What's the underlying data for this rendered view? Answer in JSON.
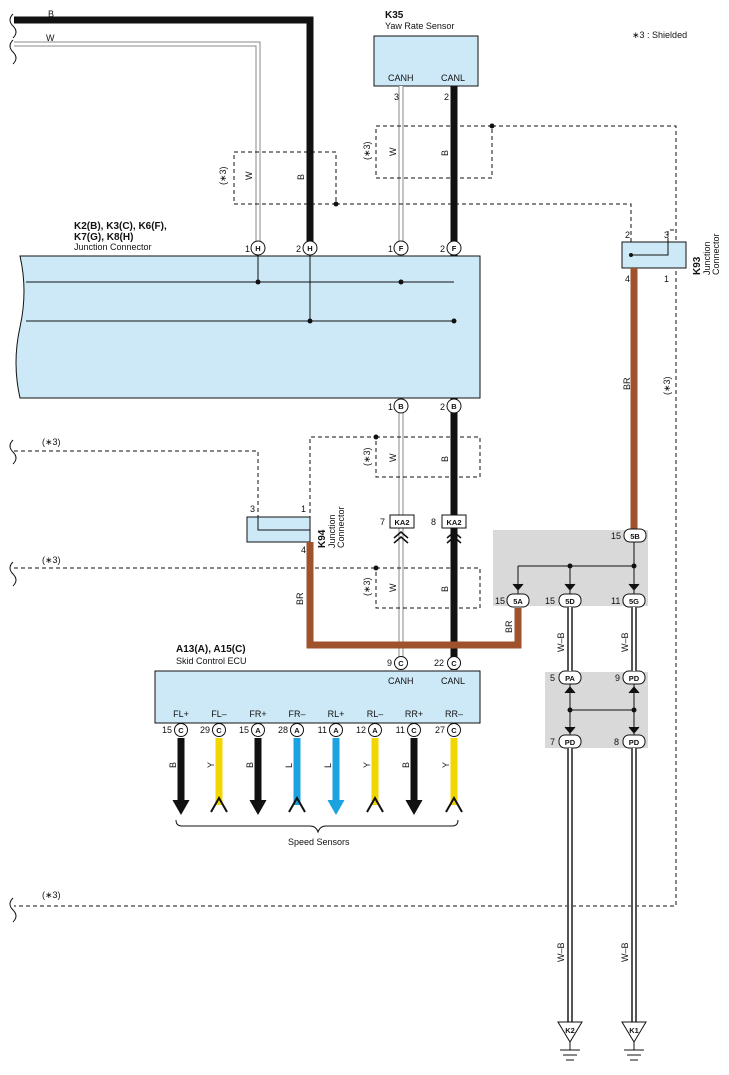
{
  "legend": {
    "shielded": "∗3 : Shielded"
  },
  "shield_mark": "(∗3)",
  "k35": {
    "id": "K35",
    "name": "Yaw Rate Sensor",
    "pin_canh": "CANH",
    "pin_canl": "CANL",
    "pin_num_h": "3",
    "pin_num_l": "2"
  },
  "junction_main": {
    "line1": "K2(B), K3(C), K6(F),",
    "line2": "K7(G), K8(H)",
    "name": "Junction Connector"
  },
  "k93": {
    "id": "K93",
    "line1": "Junction",
    "line2": "Connector"
  },
  "k94": {
    "id": "K94",
    "line1": "Junction",
    "line2": "Connector"
  },
  "ecu": {
    "id": "A13(A), A15(C)",
    "name": "Skid Control ECU",
    "canh": "CANH",
    "canl": "CANL",
    "pins": [
      "FL+",
      "FL–",
      "FR+",
      "FR–",
      "RL+",
      "RL–",
      "RR+",
      "RR–"
    ],
    "pin_nums": [
      "15",
      "29",
      "15",
      "28",
      "11",
      "12",
      "11",
      "27"
    ],
    "pin_conns": [
      "C",
      "C",
      "A",
      "A",
      "A",
      "A",
      "C",
      "C"
    ],
    "wire_colors": [
      "B",
      "Y",
      "B",
      "L",
      "L",
      "Y",
      "B",
      "Y"
    ]
  },
  "speed_sensors": "Speed Sensors",
  "wire_labels": {
    "B": "B",
    "W": "W",
    "BR": "BR",
    "WB": "W–B"
  },
  "connectors": {
    "H": "H",
    "F": "F",
    "B": "B",
    "C": "C",
    "KA2": "KA2",
    "5B": "5B",
    "5A": "5A",
    "5D": "5D",
    "5G": "5G",
    "PA": "PA",
    "PD": "PD"
  },
  "pins": {
    "p1": "1",
    "p2": "2",
    "p3": "3",
    "p4": "4",
    "p5": "5",
    "p7": "7",
    "p8": "8",
    "p9": "9",
    "p11": "11",
    "p15": "15",
    "p22": "22"
  },
  "grounds": {
    "k2": "K2",
    "k1": "K1"
  },
  "colors": {
    "box_fill": "#cde9f7",
    "brown": "#a0522d",
    "yellow": "#f2d600",
    "blue": "#1aa3e0",
    "gray_panel": "#d9d9d9"
  }
}
